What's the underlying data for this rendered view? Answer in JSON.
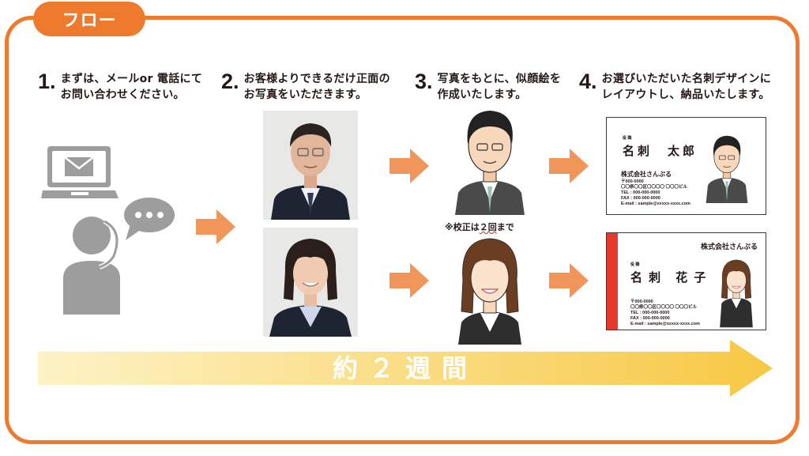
{
  "header": {
    "tab_label": "フロー"
  },
  "colors": {
    "accent": "#ee7a2e",
    "arrow": "#f0965a",
    "icon_gray": "#9d9d9d",
    "timeline_start": "#fdf3c5",
    "timeline_end": "#f7c844",
    "card_red": "#e53a2c"
  },
  "steps": [
    {
      "num": "1.",
      "text": "まずは、メールor 電話にて\nお問い合わせください。"
    },
    {
      "num": "2.",
      "text": "お客様よりできるだけ正面の\nお写真をいただきます。"
    },
    {
      "num": "3.",
      "text": "写真をもとに、似顔絵を\n作成いたします。"
    },
    {
      "num": "4.",
      "text": "お選びいただいた名刺デザインに\nレイアウトし、納品いたします。"
    }
  ],
  "icons": [
    "laptop-mail-icon",
    "speech-bubble-icon",
    "phone-person-icon",
    "arrow-right-icon"
  ],
  "revision_note": {
    "prefix": "※校正は",
    "underlined": "２回",
    "suffix": "まで"
  },
  "cards": [
    {
      "role": "役 職",
      "name": "名刺　太郎",
      "company": "株式会社さんぷる",
      "address": "〒000-0000\n〇〇県〇〇区〇〇〇〇 〇〇〇ビル\nTEL : 000-000-0000\nFAX : 000-000-0000\nE-mail : sample@xxxxx-xxxx.com"
    },
    {
      "role": "役 職",
      "name": "名 刺　花 子",
      "company": "株式会社さんぷる",
      "address": "〒000-0000\n〇〇県〇〇区〇〇〇〇 〇〇〇ビル\nTEL : 000-000-0000\nFAX : 000-000-0000\nE-mail : sample@xxxxx-xxxx.com"
    }
  ],
  "timeline": {
    "label": "約２週間"
  }
}
